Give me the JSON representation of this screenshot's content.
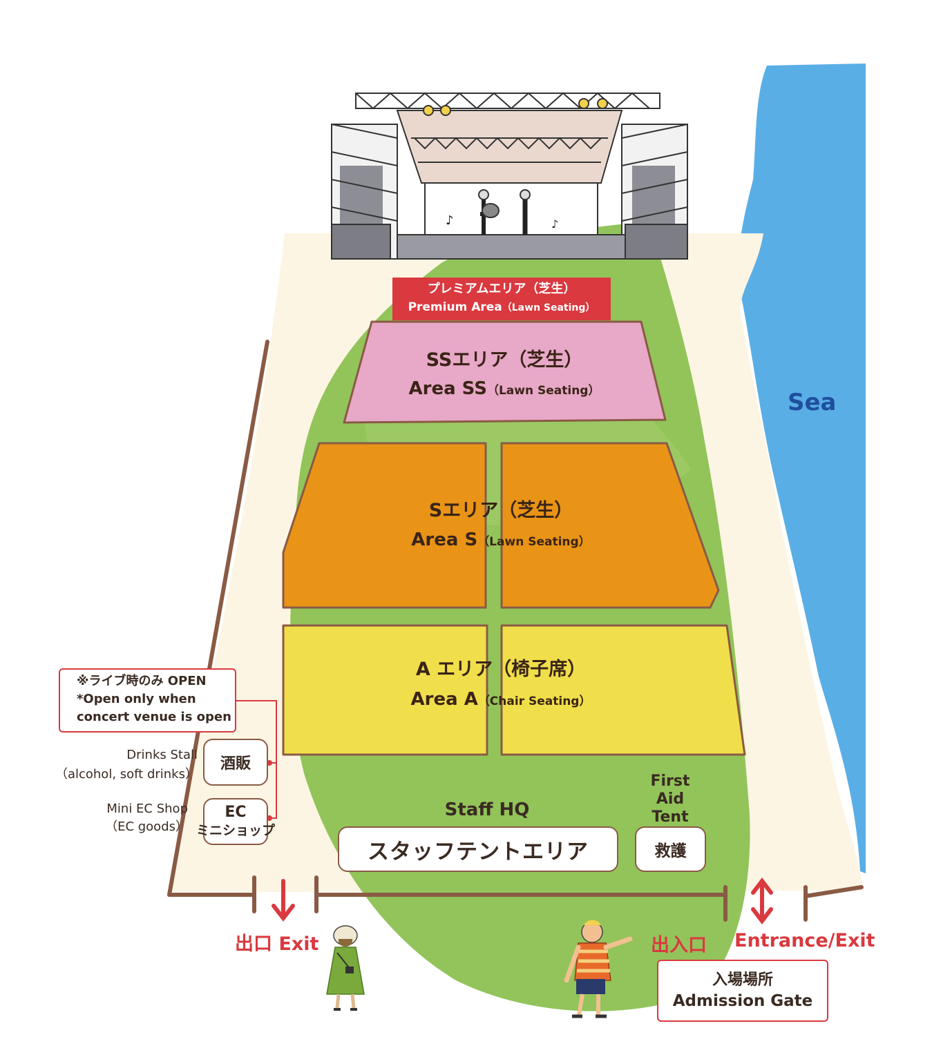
{
  "stage": {},
  "sea": {
    "label": "Sea"
  },
  "premium": {
    "jp": "プレミアムエリア（芝生）",
    "en": "Premium Area",
    "en_note": "（Lawn Seating）"
  },
  "area_ss": {
    "jp": "SSエリア（芝生）",
    "en": "Area SS",
    "en_note": "（Lawn Seating）"
  },
  "area_s": {
    "jp": "Sエリア（芝生）",
    "en": "Area S",
    "en_note": "（Lawn Seating）"
  },
  "area_a": {
    "jp": "A エリア（椅子席）",
    "en": "Area A",
    "en_note": "（Chair Seating）"
  },
  "notice": {
    "line1": "※ライブ時のみ OPEN",
    "line2": "*Open only when",
    "line3": "concert venue is open"
  },
  "drinks": {
    "label_en": "Drinks Stall",
    "label_en2": "（alcohol, soft drinks）",
    "box": "酒販"
  },
  "ec_shop": {
    "label_en": "Mini EC Shop",
    "label_en2": "（EC goods）",
    "box_line1": "EC",
    "box_line2": "ミニショップ"
  },
  "staff": {
    "label_en": "Staff HQ",
    "box": "スタッフテントエリア"
  },
  "first_aid": {
    "line1": "First",
    "line2": "Aid",
    "line3": "Tent",
    "box": "救護"
  },
  "exit": {
    "label": "出口 Exit"
  },
  "entrance": {
    "label_jp": "出入口",
    "label_en": "Entrance/Exit"
  },
  "admission": {
    "jp": "入場場所",
    "en": "Admission Gate"
  },
  "colors": {
    "sea": "#5aaee6",
    "ground": "#fcf5e3",
    "lawn": "#8cc152",
    "premium": "#d9393f",
    "area_ss": "#e8a8c8",
    "area_s": "#e99417",
    "area_a": "#f0df4a",
    "fence": "#8a5a44",
    "accent_red": "#d9393f",
    "sea_text": "#1e4f9e"
  },
  "icons": [
    "stage-illustration",
    "exit-arrow-icon",
    "entrance-arrow-icon",
    "visitor-woman-figure",
    "visitor-man-figure"
  ]
}
